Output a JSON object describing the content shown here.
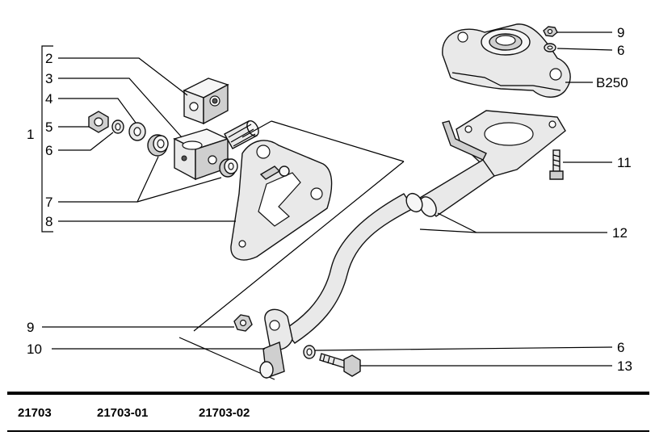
{
  "callouts": {
    "c1": "1",
    "c2": "2",
    "c3": "3",
    "c4": "4",
    "c5": "5",
    "c6a": "6",
    "c6b": "6",
    "c6c": "6",
    "c7": "7",
    "c8": "8",
    "c9a": "9",
    "c9b": "9",
    "c10": "10",
    "c11": "11",
    "c12": "12",
    "c13": "13",
    "b250": "B250"
  },
  "footer": {
    "codes": [
      "21703",
      "21703-01",
      "21703-02"
    ]
  }
}
